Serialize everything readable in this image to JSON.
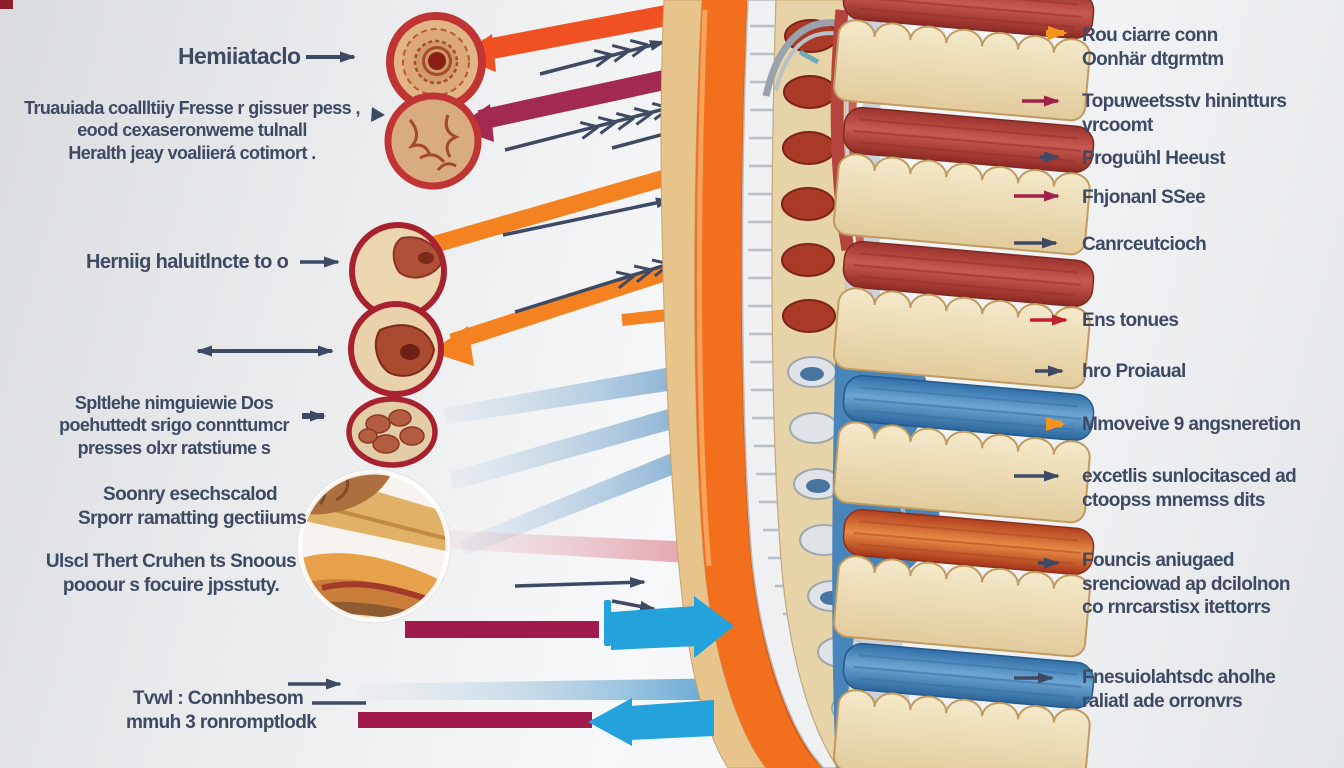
{
  "colors": {
    "background": "#eceef0",
    "label_text": "#3e4a63",
    "navy_arrow": "#3e4a64",
    "orange": "#f58220",
    "orange_red": "#ef5123",
    "crimson": "#a32049",
    "red": "#c3202f",
    "maroon_bar": "#a01b4b",
    "cyan_arrow": "#23a2db",
    "beam_blue": "#4f8fc4",
    "beam_pink": "#dd7f90",
    "bone": "#ecdbb3",
    "muscle_red": "#b5443c",
    "nerve_blue": "#4785bb",
    "disc_ring_red": "#bf3030",
    "disc_ring_dark": "#a8212f",
    "ligament_orange": "#f2701d"
  },
  "left_annotations": [
    {
      "lines": [
        "Hemiiataclo"
      ]
    },
    {
      "lines": [
        "Truauiada coallltiiy Fresse r gissuer pess ,",
        "eood cexaseronweme tulnall",
        "Heralth jeay voaliierá cotimort ."
      ]
    },
    {
      "lines": [
        "Herniig haluitlncte to o"
      ]
    },
    {
      "lines": [
        "Spltlehe nimguiewie Dos",
        "poehuttedt srigo connttumcr",
        "presses olxr ratstiume s"
      ]
    },
    {
      "lines": [
        "Soonry esechscalod",
        "Srporr ramatting gectiiums"
      ]
    },
    {
      "lines": [
        "Ulscl Thert Cruhen ts Snoous",
        "pooour s focuire jpsstuty."
      ]
    },
    {
      "lines": [
        "Tvwl : Connhbesom",
        "mmuh 3 ronromptlodk"
      ]
    }
  ],
  "right_annotations": [
    {
      "lines": [
        "Rou ciarre conn",
        "Oonhär dtgrmtm"
      ],
      "arrow_color": "#f6921e"
    },
    {
      "lines": [
        "Topuweetsstv hinintturs",
        "vrcoomt"
      ],
      "arrow_color": "#a32049"
    },
    {
      "lines": [
        "Proguühl Heeust"
      ],
      "arrow_color": "#3e4a64"
    },
    {
      "lines": [
        "Fhjonanl SSee"
      ],
      "arrow_color": "#a32049"
    },
    {
      "lines": [
        "Canrceutcioch"
      ],
      "arrow_color": "#3e4a64"
    },
    {
      "lines": [
        "Ens tonues"
      ],
      "arrow_color": "#c3202f"
    },
    {
      "lines": [
        "hro Proiaual"
      ],
      "arrow_color": "#3e4a64"
    },
    {
      "lines": [
        "Mmoveive 9 angsneretion"
      ],
      "arrow_color": "#f6921e"
    },
    {
      "lines": [
        "excetlis sunlocitasced ad",
        "ctoopss mnemss dits"
      ],
      "arrow_color": "#3e4a64"
    },
    {
      "lines": [
        "Founcis aniugaed",
        "srenciowad ap dcilolnon",
        "co rnrcarstisx itettorrs"
      ],
      "arrow_color": "#3e4a64"
    },
    {
      "lines": [
        "Fnesuiolahtsdc aholhe",
        "raliatl ade orronvrs"
      ],
      "arrow_color": "#3e4a64"
    }
  ],
  "illustration": {
    "subject": "spinal-disc-herniation-medical-diagram",
    "parts": [
      "disc-cross-section",
      "herniated-disc",
      "spinal-column",
      "vertebra-bone",
      "nerve-root",
      "magnifier-inset"
    ]
  }
}
